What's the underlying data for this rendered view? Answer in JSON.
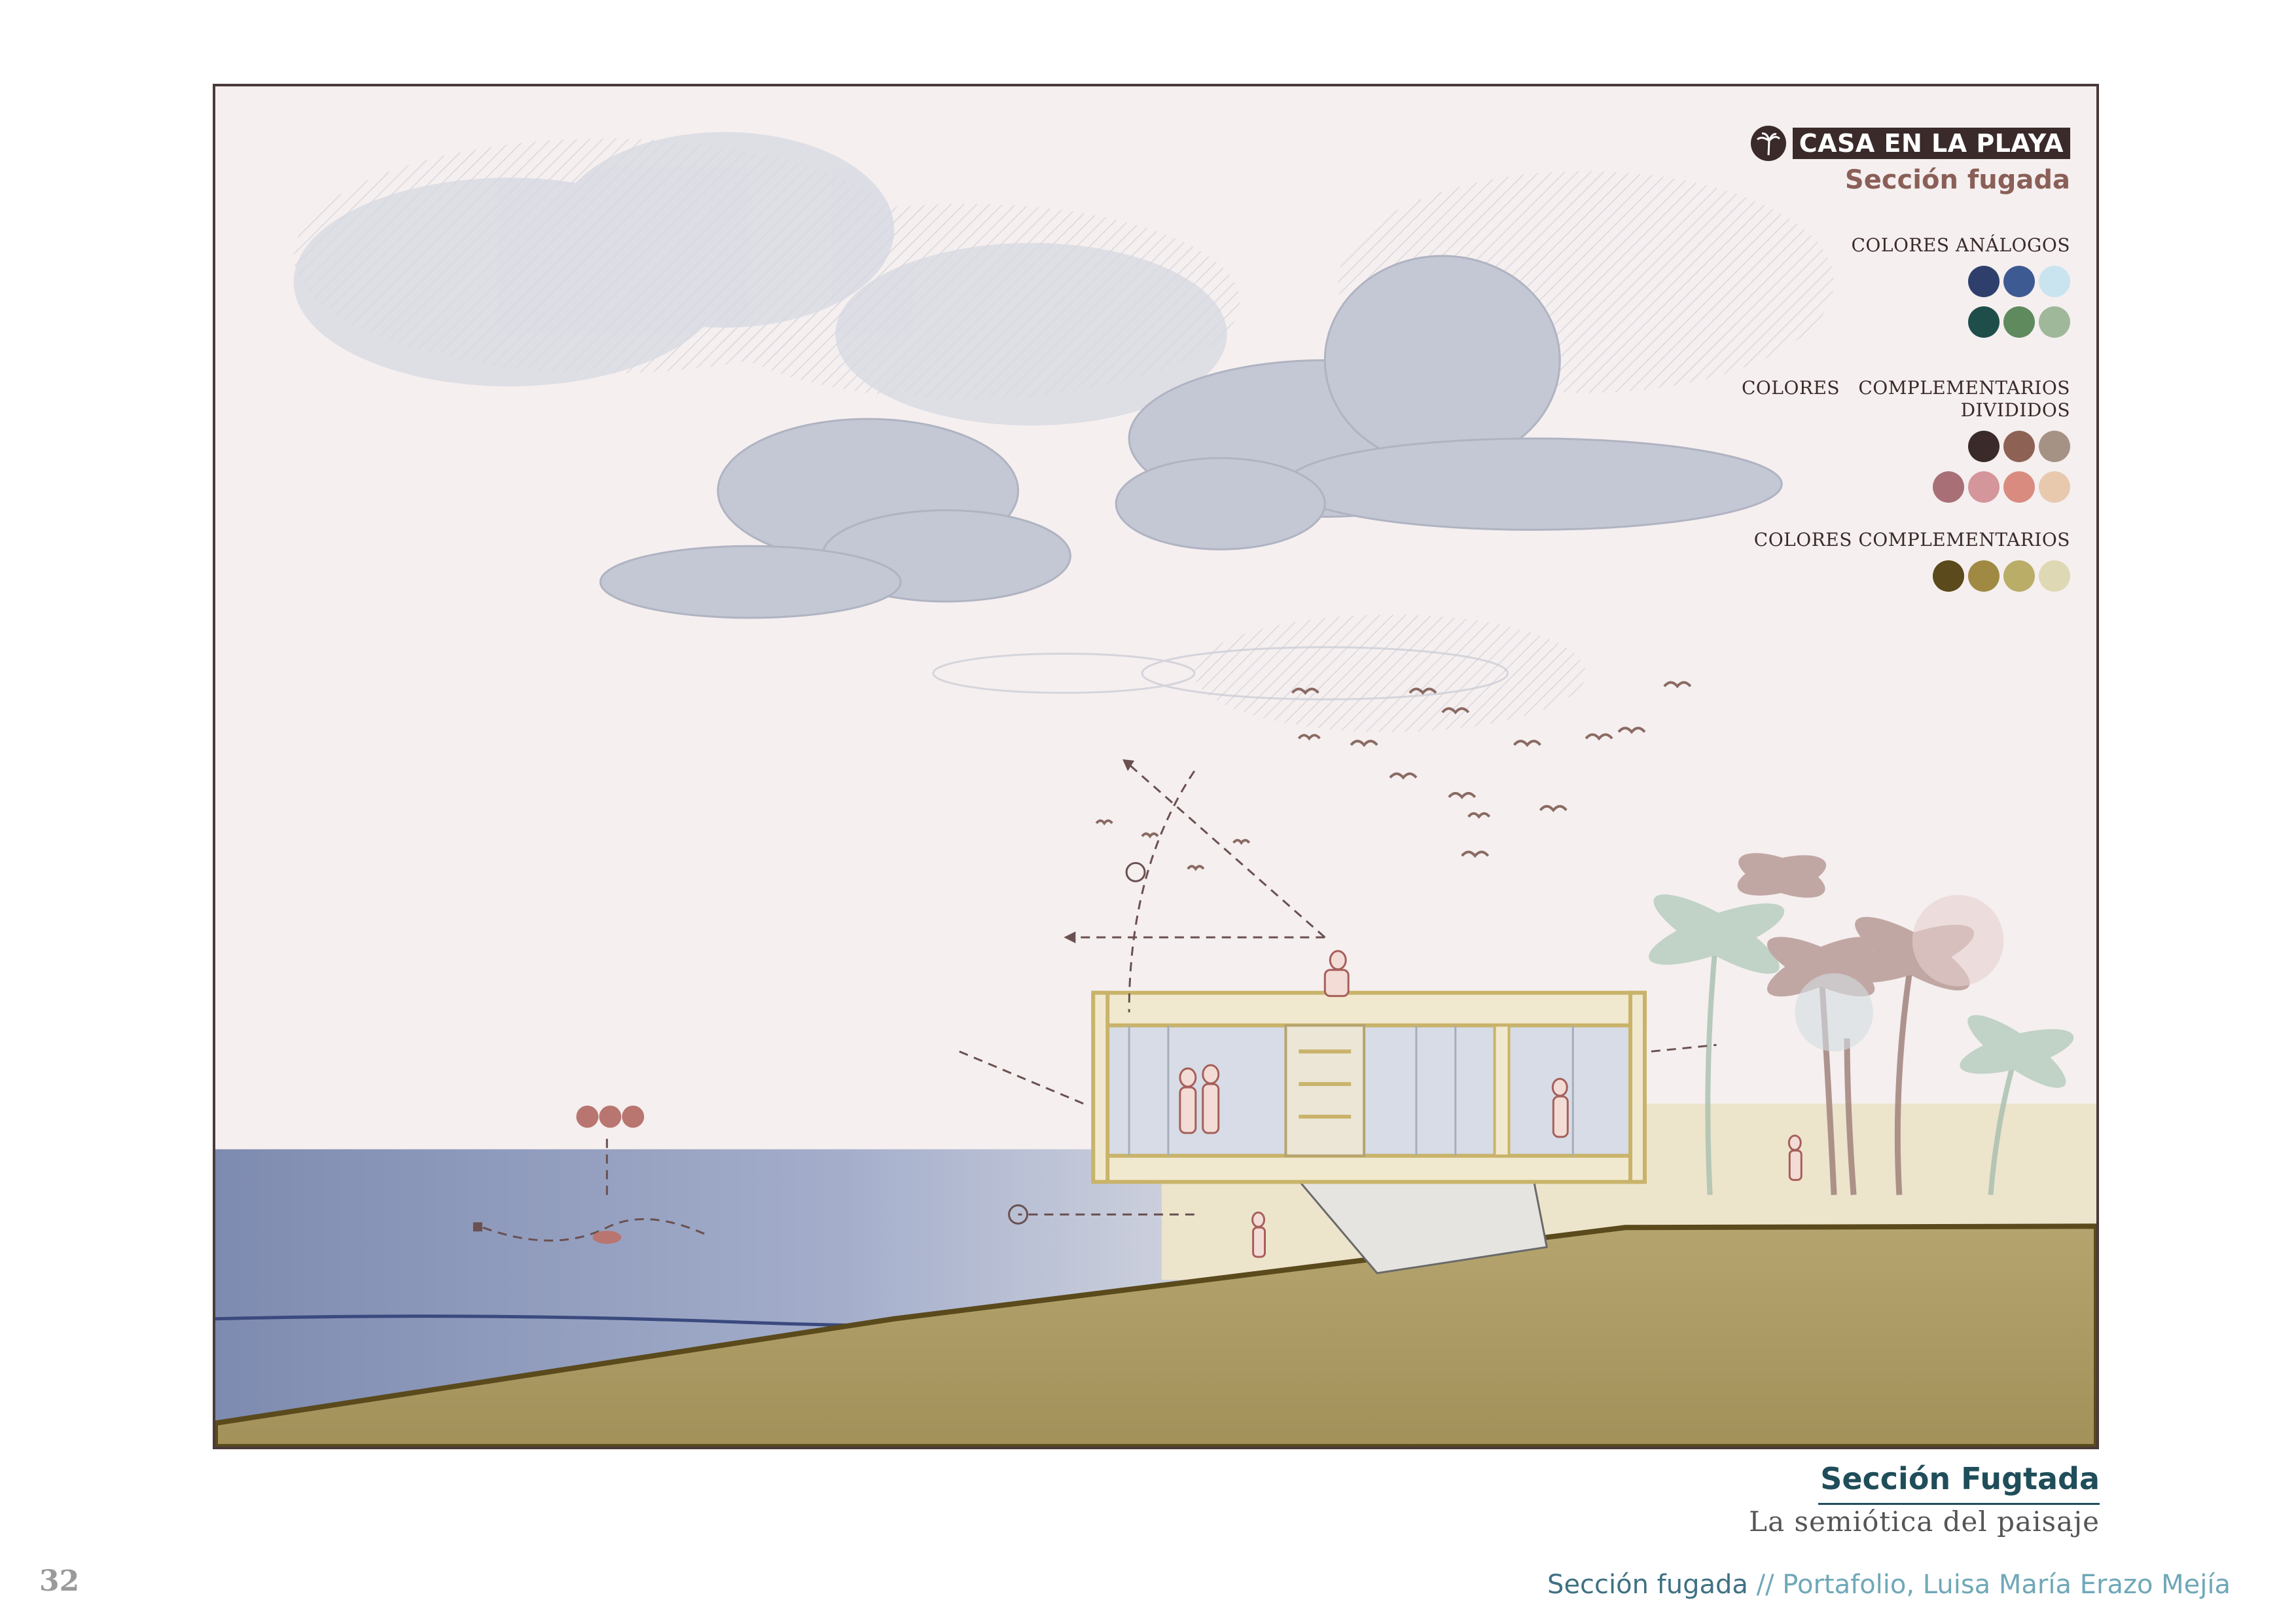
{
  "legend": {
    "title": "CASA EN LA PLAYA",
    "subtitle": "Sección fugada",
    "groups": [
      {
        "label": "COLORES ANÁLOGOS",
        "rows": [
          [
            "#2e3f6b",
            "#3e5a93",
            "#c9e4ee"
          ],
          [
            "#1f4d4a",
            "#5f8a5d",
            "#9fb89a"
          ]
        ]
      },
      {
        "label": "COLORES   COMPLEMENTARIOS\nDIVIDIDOS",
        "rows": [
          [
            "#3b2a2a",
            "#8e6155",
            "#a69185"
          ],
          [
            "#a87076",
            "#d4959b",
            "#d98b80",
            "#e8c9ae"
          ]
        ]
      },
      {
        "label": "COLORES COMPLEMENTARIOS",
        "rows": [
          [
            "#5a4a1c",
            "#a08943",
            "#b9ad68",
            "#ded8b4"
          ]
        ]
      }
    ]
  },
  "caption": {
    "title": "Sección Fugtada",
    "subtitle": "La semiótica del paisaje"
  },
  "page_number": "32",
  "footer": {
    "section": "Sección fugada",
    "rest": " // Portafolio, Luisa María Erazo Mejía"
  },
  "colors": {
    "sky": "#f5eeee",
    "cloud": "#c9ccd8",
    "sea": "#8f9abb",
    "ground": "#a8955c",
    "ground_line": "#5a4a1c",
    "sand": "#ece3cc",
    "house_frame": "#c9b36a",
    "glass": "#d6dde8"
  }
}
